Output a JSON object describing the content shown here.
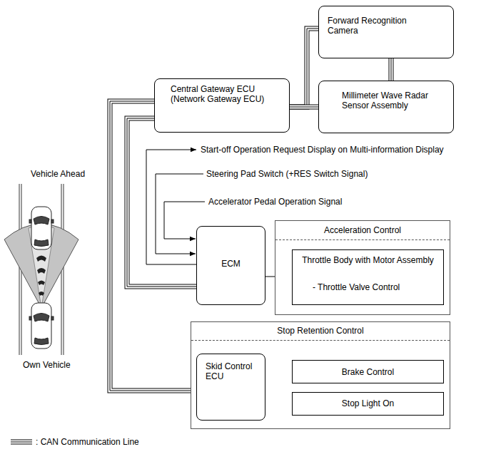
{
  "diagram": {
    "nodes": [
      {
        "text": [
          "Forward Recognition Camera"
        ]
      },
      {
        "text": [
          "Millimeter Wave Radar Sensor Assembly"
        ]
      },
      {
        "text": [
          "Central Gateway ECU (Network Gateway ECU)"
        ]
      },
      {
        "text": [
          "ECM"
        ]
      },
      {
        "text": [
          "Acceleration Control"
        ]
      },
      {
        "text": [
          "Throttle Body with Motor Assembly",
          "- Throttle Valve Control"
        ],
        "in": 4
      },
      {
        "text": [
          "Stop Retention Control"
        ]
      },
      {
        "text": [
          "Skid Control ECU"
        ],
        "in": 6
      },
      {
        "text": [
          "Brake Control"
        ],
        "in": 6
      },
      {
        "text": [
          "Stop Light On"
        ],
        "in": 6
      }
    ],
    "edges": [
      {
        "from": 2,
        "to": 0,
        "arrow": "none"
      },
      {
        "from": 2,
        "to": 1,
        "arrow": "none"
      },
      {
        "from": 0,
        "to": 1,
        "arrow": "none"
      },
      {
        "from": 2,
        "to": 3,
        "arrow": "none"
      },
      {
        "from": 2,
        "to": 7,
        "arrow": "none"
      },
      {
        "from": 3,
        "to": 5,
        "arrow": "to"
      },
      {
        "from": 7,
        "to": 8,
        "arrow": "to"
      },
      {
        "from": 7,
        "to": 9,
        "arrow": "to"
      }
    ],
    "labels": [
      "Vehicle Ahead",
      "Start-off Operation Request Display on Multi-information Display",
      "Steering Pad Switch (+RES Switch Signal)",
      "Accelerator Pedal Operation Signal",
      "Own Vehicle"
    ],
    "legend": [
      {
        "text": ": CAN Communication Line"
      }
    ]
  }
}
